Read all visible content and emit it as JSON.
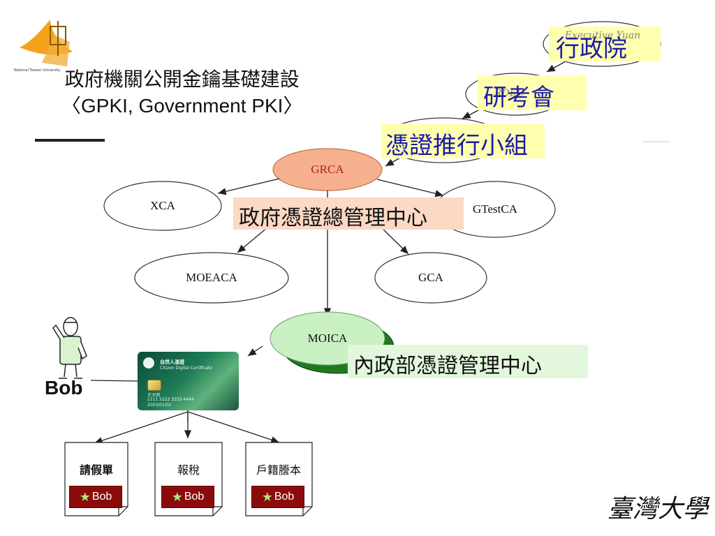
{
  "title": {
    "line1": "政府機關公開金鑰基礎建設",
    "line2": "〈GPKI, Government PKI〉"
  },
  "logo": {
    "caption": "National Taiwan University",
    "icon": "ntu-bell-tower-logo"
  },
  "labels": {
    "executive_yuan": "行政院",
    "executive_yuan_en": "Executive Yuan",
    "rdec": "研考會",
    "rdec_en": "RDEC",
    "promotion_group": "憑證推行小組",
    "grca_zh": "政府憑證總管理中心",
    "moica_zh": "內政部憑證管理中心"
  },
  "nodes": {
    "grca": "GRCA",
    "xca": "XCA",
    "gtestca": "GTestCA",
    "moeaca": "MOEACA",
    "gca": "GCA",
    "moica": "MOICA"
  },
  "person": {
    "name": "Bob"
  },
  "card": {
    "title": "自然人憑證",
    "subtitle": "Citizen Digital Certificate",
    "holder": "王大明",
    "number": "1111 2222 3333 4444",
    "date": "2003/01/01"
  },
  "documents": [
    {
      "title": "請假單",
      "signer": "Bob"
    },
    {
      "title": "報稅",
      "signer": "Bob"
    },
    {
      "title": "戶籍謄本",
      "signer": "Bob"
    }
  ],
  "signature": "臺灣大學",
  "colors": {
    "grca_fill": "#f6b08e",
    "grca_label_bg": "#fbd9c4",
    "moica_fill": "#c9f0c3",
    "moica_label_bg": "#e3f7dc",
    "yellow_label_bg": "#ffffb0",
    "blue_text": "#1a1aa8",
    "seal_red": "#8b0b0b"
  }
}
